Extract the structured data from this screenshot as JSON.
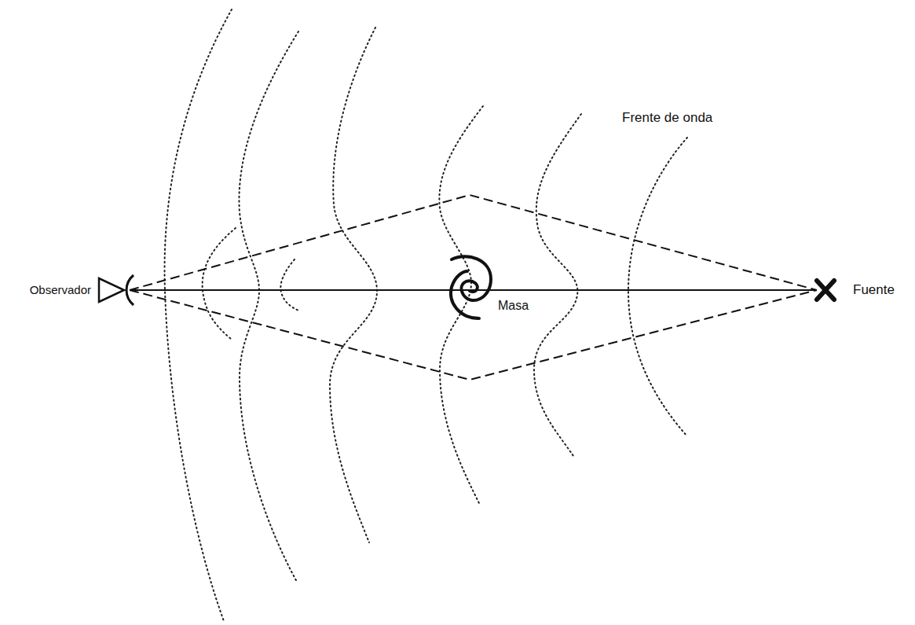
{
  "diagram": {
    "labels": [
      "Frente de onda",
      "Observador",
      "Masa",
      "Fuente"
    ]
  }
}
